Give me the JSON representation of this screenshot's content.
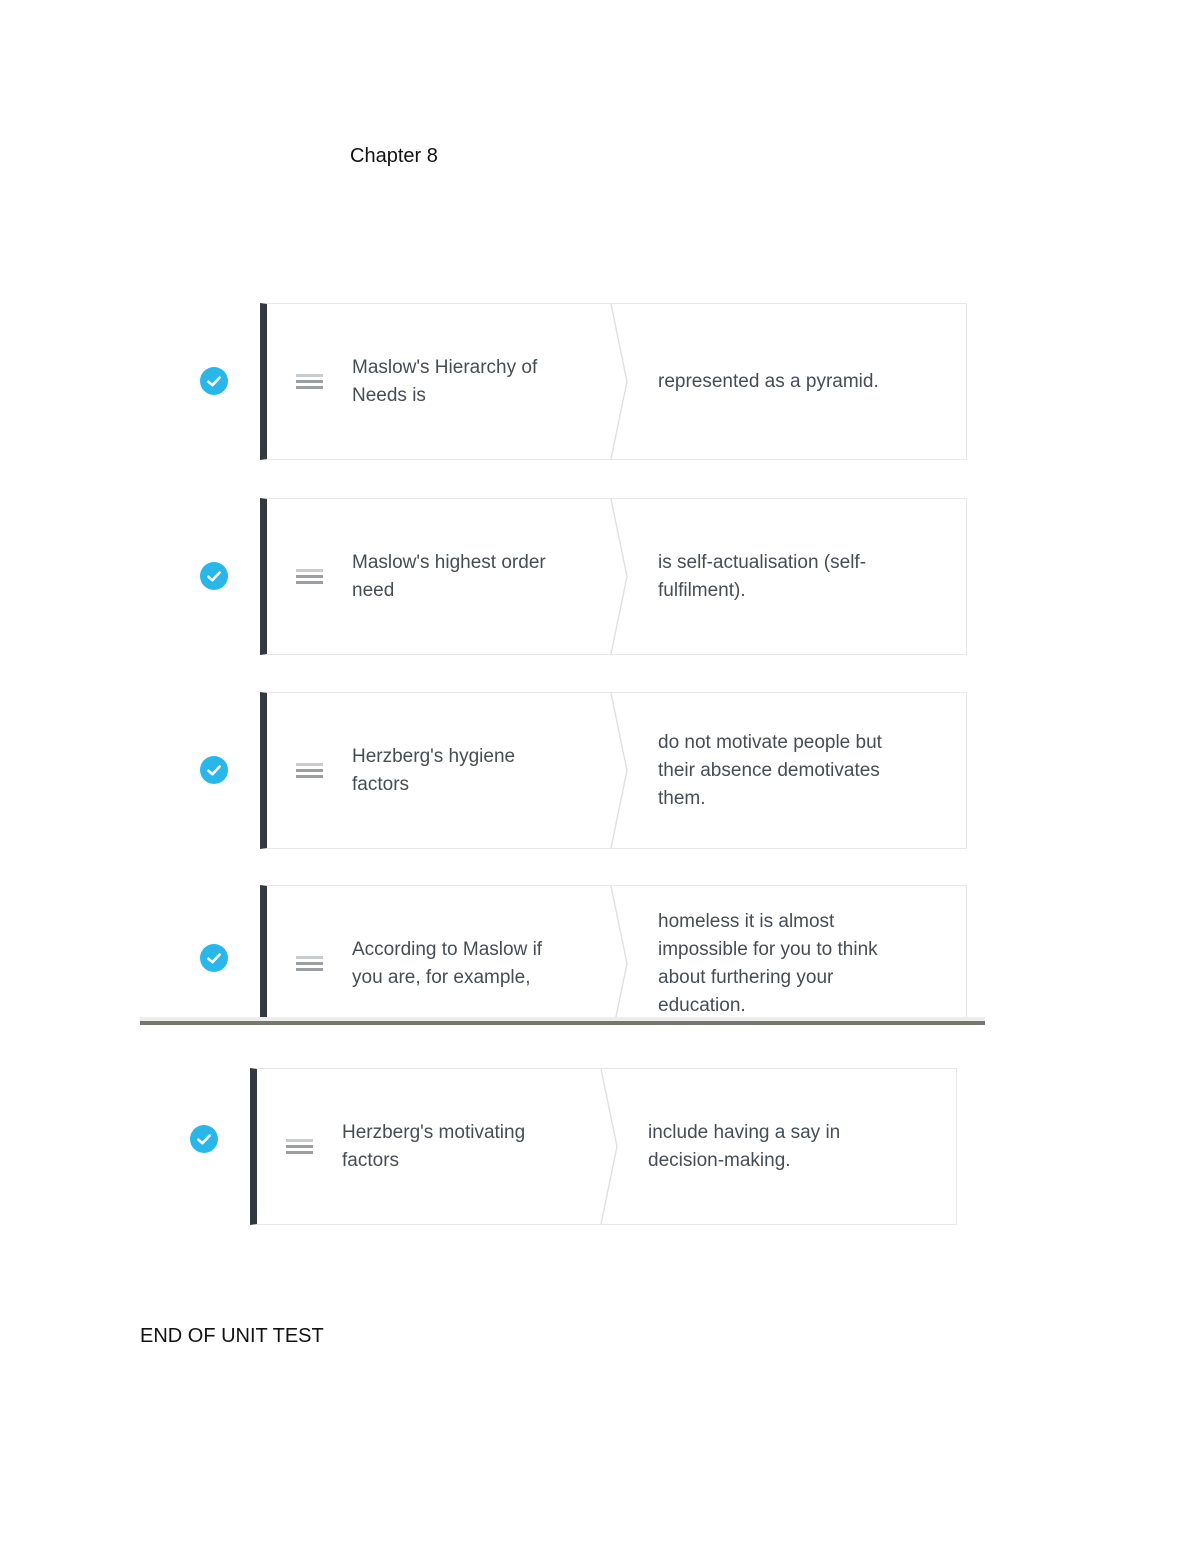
{
  "document": {
    "chapter_heading": "Chapter 8",
    "end_heading": "END OF UNIT TEST"
  },
  "matching_exercise": {
    "cards": [
      {
        "status": "correct",
        "prompt": "Maslow's Hierarchy of Needs is",
        "answer": "represented as a pyramid."
      },
      {
        "status": "correct",
        "prompt": "Maslow's highest order need",
        "answer": "is self-actualisation (self-fulfilment)."
      },
      {
        "status": "correct",
        "prompt": "Herzberg's hygiene factors",
        "answer": "do not motivate people but their absence demotivates them."
      },
      {
        "status": "correct",
        "prompt": "According to Maslow if you are, for example,",
        "answer": "homeless it is almost impossible for you to think about furthering your education."
      },
      {
        "status": "correct",
        "prompt": "Herzberg's motivating factors",
        "answer": "include having a say in decision-making."
      }
    ]
  },
  "icons": {
    "status": "check-icon",
    "reorder": "drag-handle-icon",
    "divider": "chevron-divider-icon"
  },
  "colors": {
    "check_circle": "#29b7ea",
    "check_mark": "#ffffff",
    "card_accent_bar": "#34383f",
    "card_border": "#e8e8e8",
    "card_text": "#464d54",
    "chevron_line": "#e0e0e0",
    "page_break_light": "#ededed",
    "page_break_dark": "#77776f"
  }
}
